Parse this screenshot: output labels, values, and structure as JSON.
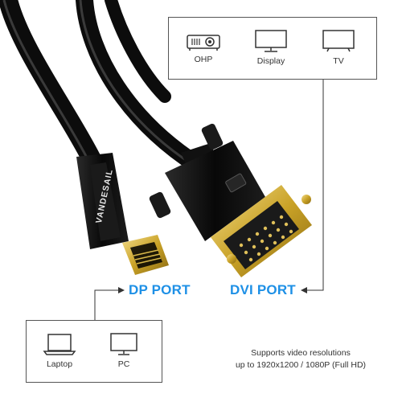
{
  "brand": "VANDESAIL",
  "colors": {
    "accent": "#1e90e6",
    "cable": "#111111",
    "gold": "#c9a227",
    "box_border": "#555555"
  },
  "output_devices": {
    "items": [
      {
        "label": "OHP",
        "icon": "projector-icon"
      },
      {
        "label": "Display",
        "icon": "monitor-icon"
      },
      {
        "label": "TV",
        "icon": "tv-icon"
      }
    ]
  },
  "input_devices": {
    "items": [
      {
        "label": "Laptop",
        "icon": "laptop-icon"
      },
      {
        "label": "PC",
        "icon": "pc-monitor-icon"
      }
    ]
  },
  "ports": {
    "dp": "DP PORT",
    "dvi": "DVI PORT"
  },
  "support": {
    "line1": "Supports video resolutions",
    "line2": "up to 1920x1200 / 1080P (Full HD)"
  }
}
